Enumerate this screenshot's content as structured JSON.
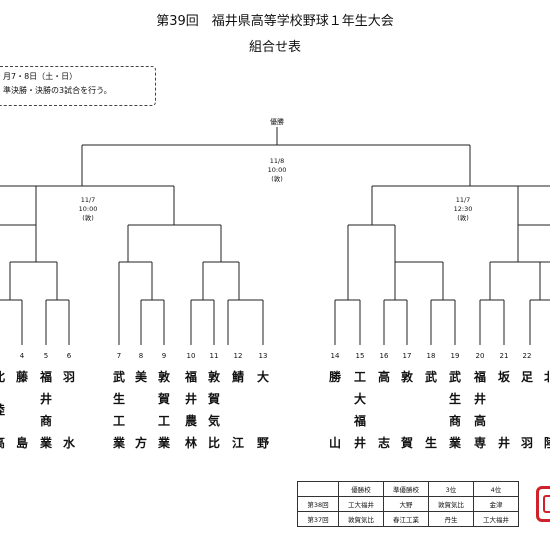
{
  "header": {
    "title": "第39回　福井県高等学校野球１年生大会",
    "subtitle": "組合せ表"
  },
  "notice": {
    "line1": "月7・8日（土・日）",
    "line2": "準決勝・決勝の3試合を行う。"
  },
  "bracket": {
    "final_label": "優勝",
    "final": {
      "date": "11/8",
      "time": "10:00",
      "venue": "(敦)"
    },
    "semi_left": {
      "date": "11/7",
      "time": "10:00",
      "venue": "(敦)"
    },
    "semi_right": {
      "date": "11/7",
      "time": "12:30",
      "venue": "(敦)"
    }
  },
  "teams": [
    {
      "number": "",
      "chars": [
        "北",
        "陸",
        "高"
      ]
    },
    {
      "number": "4",
      "chars": [
        "藤",
        "",
        "島"
      ]
    },
    {
      "number": "5",
      "chars": [
        "福",
        "井",
        "商",
        "業"
      ]
    },
    {
      "number": "6",
      "chars": [
        "羽",
        "",
        "水"
      ]
    },
    {
      "number": "7",
      "chars": [
        "武",
        "生",
        "工",
        "業"
      ]
    },
    {
      "number": "8",
      "chars": [
        "美",
        "",
        "方"
      ]
    },
    {
      "number": "9",
      "chars": [
        "敦",
        "賀",
        "工",
        "業"
      ]
    },
    {
      "number": "10",
      "chars": [
        "福",
        "井",
        "農",
        "林"
      ]
    },
    {
      "number": "11",
      "chars": [
        "敦",
        "賀",
        "気",
        "比"
      ]
    },
    {
      "number": "12",
      "chars": [
        "鯖",
        "",
        "江"
      ]
    },
    {
      "number": "13",
      "chars": [
        "大",
        "",
        "野"
      ]
    },
    {
      "number": "14",
      "chars": [
        "勝",
        "",
        "山"
      ]
    },
    {
      "number": "15",
      "chars": [
        "工",
        "大",
        "福",
        "井"
      ]
    },
    {
      "number": "16",
      "chars": [
        "高",
        "",
        "志"
      ]
    },
    {
      "number": "17",
      "chars": [
        "敦",
        "",
        "賀"
      ]
    },
    {
      "number": "18",
      "chars": [
        "武",
        "",
        "生"
      ]
    },
    {
      "number": "19",
      "chars": [
        "武",
        "生",
        "商",
        "業"
      ]
    },
    {
      "number": "20",
      "chars": [
        "福",
        "井",
        "高",
        "専"
      ]
    },
    {
      "number": "21",
      "chars": [
        "坂",
        "",
        "井"
      ]
    },
    {
      "number": "22",
      "chars": [
        "足",
        "",
        "羽"
      ]
    },
    {
      "number": "",
      "chars": [
        "北",
        "",
        "陸"
      ]
    }
  ],
  "results": {
    "headers": [
      "",
      "優勝校",
      "準優勝校",
      "3位",
      "4位"
    ],
    "rows": [
      [
        "第38回",
        "工大福井",
        "大野",
        "敦賀気比",
        "金津"
      ],
      [
        "第37回",
        "敦賀気比",
        "春江工業",
        "丹生",
        "工大福井"
      ]
    ]
  }
}
